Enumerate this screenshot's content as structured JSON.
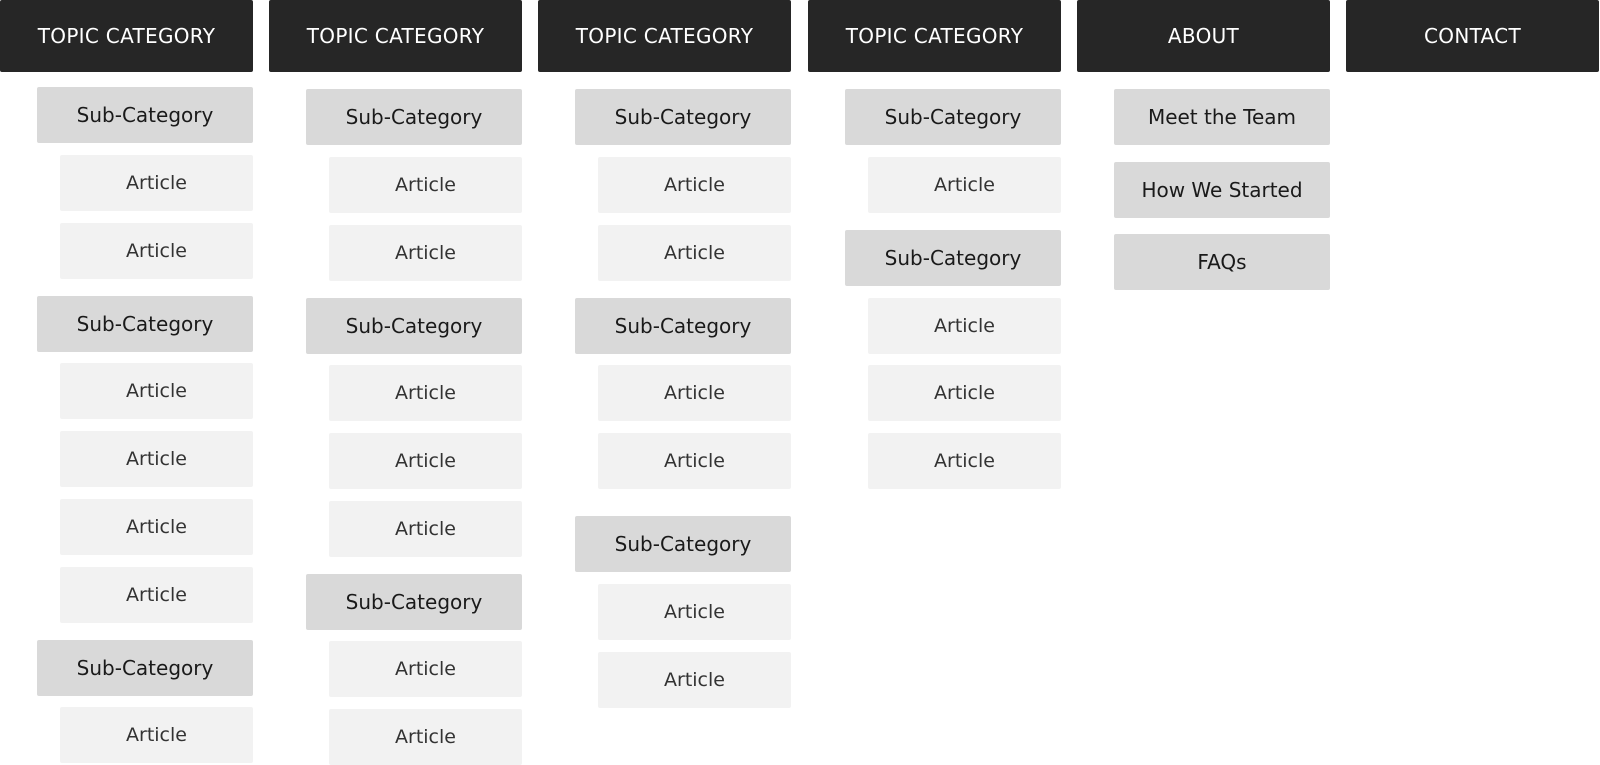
{
  "colors": {
    "header_bg": "#262626",
    "header_text": "#ffffff",
    "subcategory_bg": "#d9d9d9",
    "article_bg": "#f2f2f2"
  },
  "columns": [
    {
      "header": "TOPIC CATEGORY",
      "items": [
        {
          "type": "sub",
          "label": "Sub-Category"
        },
        {
          "type": "article",
          "label": "Article"
        },
        {
          "type": "article",
          "label": "Article"
        },
        {
          "type": "sub",
          "label": "Sub-Category"
        },
        {
          "type": "article",
          "label": "Article"
        },
        {
          "type": "article",
          "label": "Article"
        },
        {
          "type": "article",
          "label": "Article"
        },
        {
          "type": "article",
          "label": "Article"
        },
        {
          "type": "sub",
          "label": "Sub-Category"
        },
        {
          "type": "article",
          "label": "Article"
        }
      ]
    },
    {
      "header": "TOPIC CATEGORY",
      "items": [
        {
          "type": "sub",
          "label": "Sub-Category"
        },
        {
          "type": "article",
          "label": "Article"
        },
        {
          "type": "article",
          "label": "Article"
        },
        {
          "type": "sub",
          "label": "Sub-Category"
        },
        {
          "type": "article",
          "label": "Article"
        },
        {
          "type": "article",
          "label": "Article"
        },
        {
          "type": "article",
          "label": "Article"
        },
        {
          "type": "sub",
          "label": "Sub-Category"
        },
        {
          "type": "article",
          "label": "Article"
        },
        {
          "type": "article",
          "label": "Article"
        }
      ]
    },
    {
      "header": "TOPIC CATEGORY",
      "items": [
        {
          "type": "sub",
          "label": "Sub-Category"
        },
        {
          "type": "article",
          "label": "Article"
        },
        {
          "type": "article",
          "label": "Article"
        },
        {
          "type": "sub",
          "label": "Sub-Category"
        },
        {
          "type": "article",
          "label": "Article"
        },
        {
          "type": "article",
          "label": "Article"
        },
        {
          "type": "sub",
          "label": "Sub-Category"
        },
        {
          "type": "article",
          "label": "Article"
        },
        {
          "type": "article",
          "label": "Article"
        }
      ]
    },
    {
      "header": "TOPIC CATEGORY",
      "items": [
        {
          "type": "sub",
          "label": "Sub-Category"
        },
        {
          "type": "article",
          "label": "Article"
        },
        {
          "type": "sub",
          "label": "Sub-Category"
        },
        {
          "type": "article",
          "label": "Article"
        },
        {
          "type": "article",
          "label": "Article"
        },
        {
          "type": "article",
          "label": "Article"
        }
      ]
    },
    {
      "header": "ABOUT",
      "items": [
        {
          "type": "sub",
          "label": "Meet the Team"
        },
        {
          "type": "sub",
          "label": "How We Started"
        },
        {
          "type": "sub",
          "label": "FAQs"
        }
      ]
    },
    {
      "header": "CONTACT",
      "items": []
    }
  ]
}
